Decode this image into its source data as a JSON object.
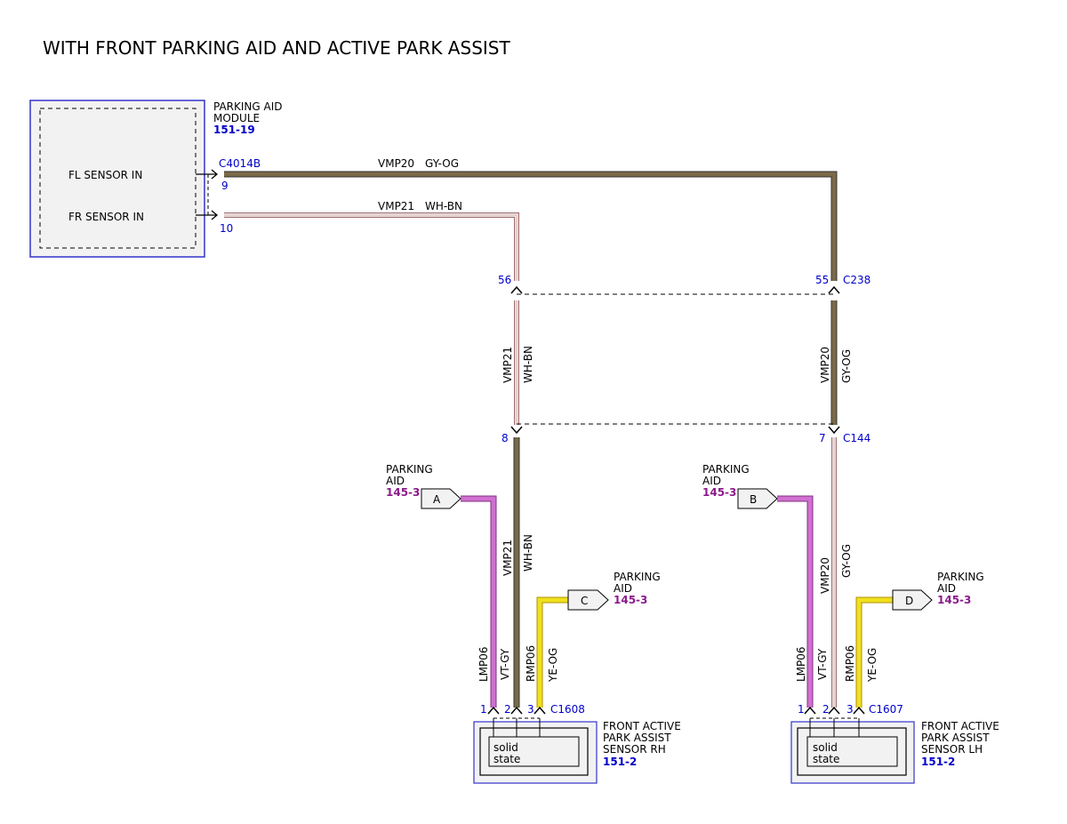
{
  "title": "WITH FRONT PARKING AID AND ACTIVE PARK ASSIST",
  "colors": {
    "gy_og": "#7a6a48",
    "wh_bn": "#c8a0a0",
    "vt_gy": "#d070d0",
    "ye_og": "#f0e020",
    "module_border": "#3333cc",
    "ref_purple": "#8b1a8b",
    "pin_blue": "#0000cc"
  },
  "module": {
    "name_line1": "PARKING AID",
    "name_line2": "MODULE",
    "ref": "151-19",
    "fl_label": "FL SENSOR IN",
    "fr_label": "FR SENSOR IN",
    "connector": "C4014B",
    "pin_fl": "9",
    "pin_fr": "10"
  },
  "wires": {
    "top_gy": {
      "circuit": "VMP20",
      "color": "GY-OG"
    },
    "top_wh": {
      "circuit": "VMP21",
      "color": "WH-BN"
    },
    "mid_left": {
      "circuit": "VMP21",
      "color": "WH-BN"
    },
    "mid_right": {
      "circuit": "VMP20",
      "color": "GY-OG"
    },
    "rh_vmp": {
      "circuit": "VMP21",
      "color": "WH-BN"
    },
    "lh_vmp": {
      "circuit": "VMP20",
      "color": "GY-OG"
    },
    "rh_lmp": {
      "circuit": "LMP06",
      "color": "VT-GY"
    },
    "rh_rmp": {
      "circuit": "RMP06",
      "color": "YE-OG"
    },
    "lh_lmp": {
      "circuit": "LMP06",
      "color": "VT-GY"
    },
    "lh_rmp": {
      "circuit": "RMP06",
      "color": "YE-OG"
    }
  },
  "connectors": {
    "c238": {
      "name": "C238",
      "pin_left": "56",
      "pin_right": "55"
    },
    "c144": {
      "name": "C144",
      "pin_left": "8",
      "pin_right": "7"
    },
    "c1608": {
      "name": "C1608",
      "pins": [
        "1",
        "2",
        "3"
      ]
    },
    "c1607": {
      "name": "C1607",
      "pins": [
        "1",
        "2",
        "3"
      ]
    }
  },
  "offpage": {
    "a": {
      "letter": "A",
      "line1": "PARKING",
      "line2": "AID",
      "ref": "145-3"
    },
    "b": {
      "letter": "B",
      "line1": "PARKING",
      "line2": "AID",
      "ref": "145-3"
    },
    "c": {
      "letter": "C",
      "line1": "PARKING",
      "line2": "AID",
      "ref": "145-3"
    },
    "d": {
      "letter": "D",
      "line1": "PARKING",
      "line2": "AID",
      "ref": "145-3"
    }
  },
  "sensor_rh": {
    "line1": "FRONT ACTIVE",
    "line2": "PARK ASSIST",
    "line3": "SENSOR RH",
    "ref": "151-2",
    "inner1": "solid",
    "inner2": "state"
  },
  "sensor_lh": {
    "line1": "FRONT ACTIVE",
    "line2": "PARK ASSIST",
    "line3": "SENSOR LH",
    "ref": "151-2",
    "inner1": "solid",
    "inner2": "state"
  }
}
